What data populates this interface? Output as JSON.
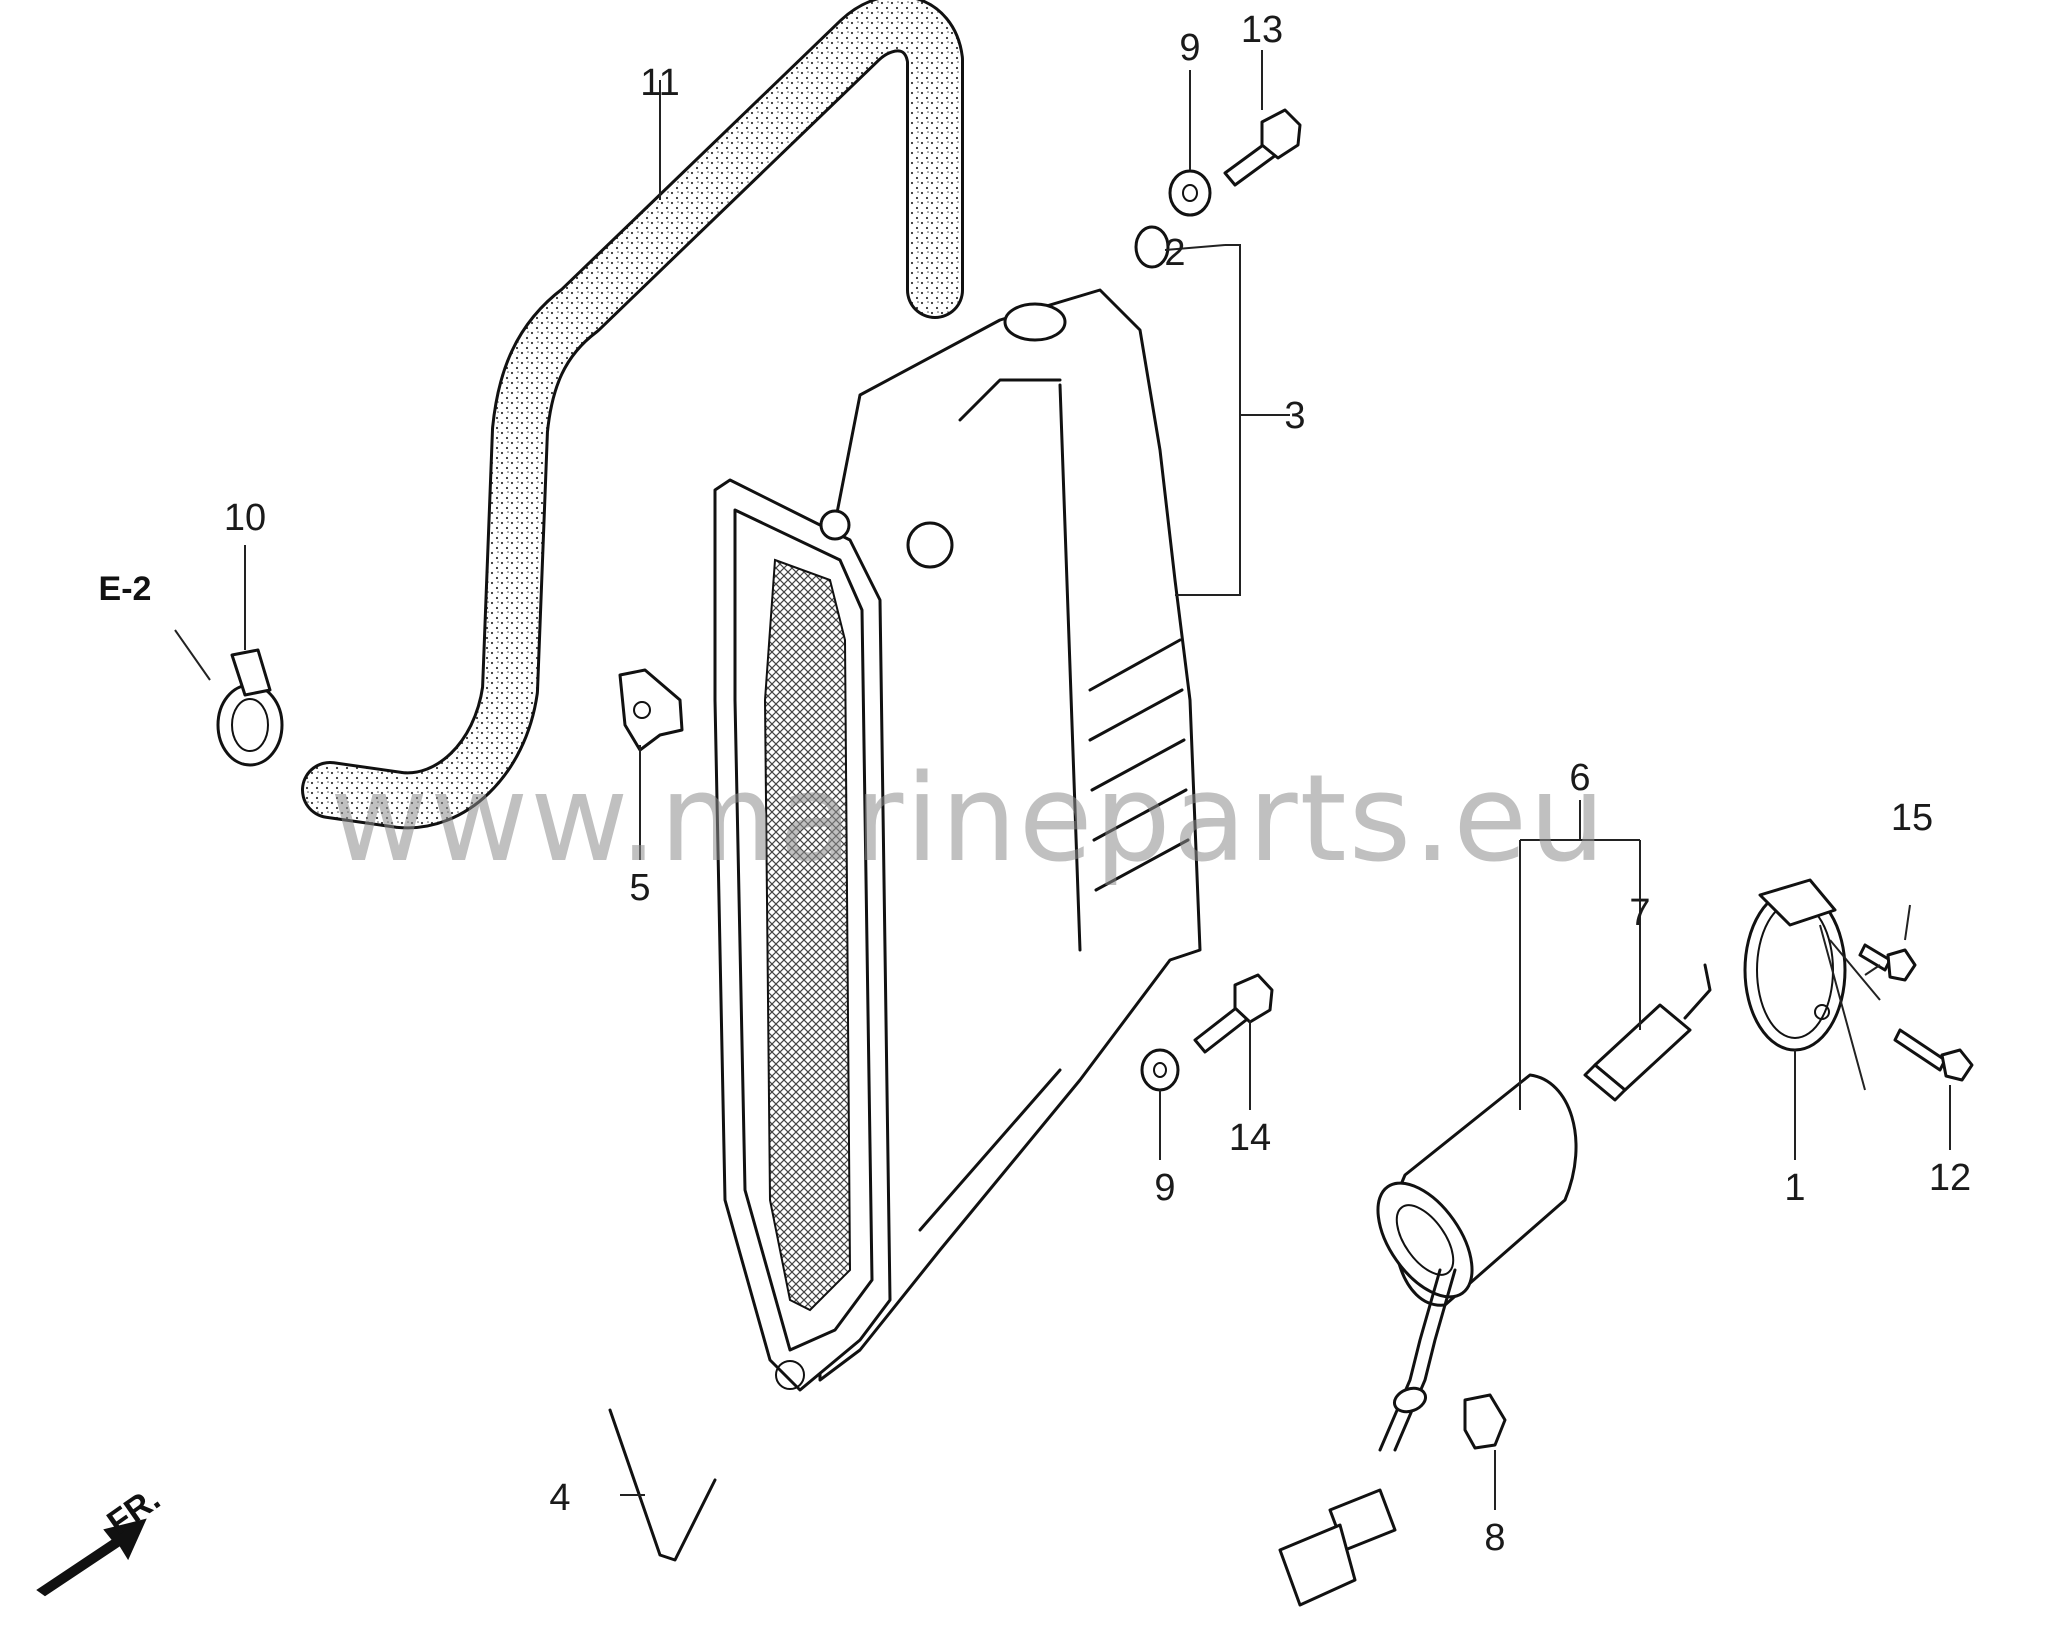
{
  "watermark": "www.marineparts.eu",
  "references": {
    "e2": "E-2",
    "front": "FR."
  },
  "callouts": {
    "c1": "1",
    "c2": "2",
    "c3": "3",
    "c4": "4",
    "c5": "5",
    "c6": "6",
    "c7": "7",
    "c8": "8",
    "c9a": "9",
    "c9b": "9",
    "c10": "10",
    "c11": "11",
    "c12": "12",
    "c13": "13",
    "c14": "14",
    "c15": "15"
  }
}
